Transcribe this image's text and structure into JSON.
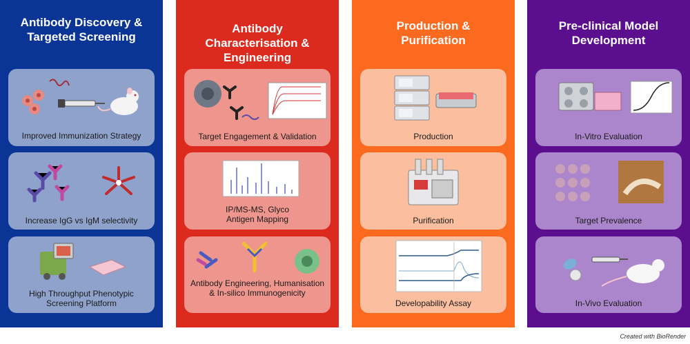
{
  "columns": [
    {
      "title": "Antibody Discovery & Targeted Screening",
      "color": "#0a3596",
      "card_color": "#8fa2cc",
      "cards": [
        {
          "caption": "Improved Immunization Strategy"
        },
        {
          "caption": "Increase IgG vs IgM selectivity"
        },
        {
          "caption": "High Throughput Phenotypic Screening Platform"
        }
      ]
    },
    {
      "title": "Antibody Characterisation & Engineering",
      "color": "#dc2a1f",
      "card_color": "#ee968d",
      "cards": [
        {
          "caption": "Target Engagement & Validation"
        },
        {
          "caption": "IP/MS-MS, Glyco Antigen Mapping"
        },
        {
          "caption": "Antibody Engineering, Humanisation & In-silico Immunogenicity"
        }
      ]
    },
    {
      "title": "Production & Purification",
      "color": "#fb6a1f",
      "card_color": "#fbbfa0",
      "cards": [
        {
          "caption": "Production"
        },
        {
          "caption": "Purification"
        },
        {
          "caption": "Developability Assay"
        }
      ]
    },
    {
      "title": "Pre-clinical Model Development",
      "color": "#5b0f8e",
      "card_color": "#ac86cc",
      "cards": [
        {
          "caption": "In-Vitro Evaluation"
        },
        {
          "caption": "Target Prevalence"
        },
        {
          "caption": "In-Vivo Evaluation"
        }
      ]
    }
  ],
  "footer": "Created with BioRender"
}
